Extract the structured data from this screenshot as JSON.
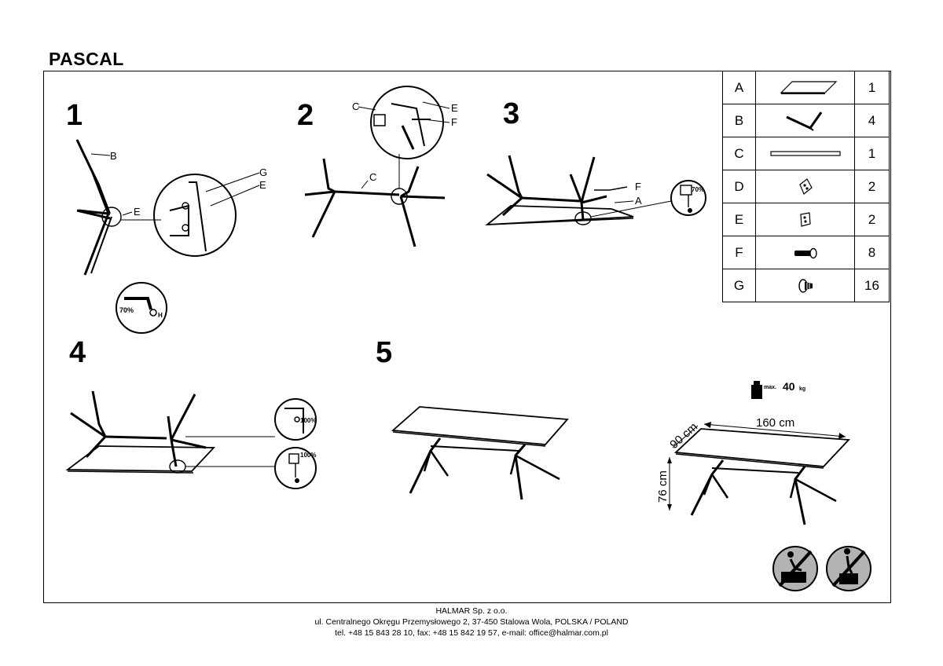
{
  "title": "PASCAL",
  "steps": [
    "1",
    "2",
    "3",
    "4",
    "5"
  ],
  "parts": [
    {
      "letter": "A",
      "qty": "1",
      "icon": "tabletop-icon"
    },
    {
      "letter": "B",
      "qty": "4",
      "icon": "leg-icon"
    },
    {
      "letter": "C",
      "qty": "1",
      "icon": "crossbar-icon"
    },
    {
      "letter": "D",
      "qty": "2",
      "icon": "bracket-d-icon"
    },
    {
      "letter": "E",
      "qty": "2",
      "icon": "bracket-e-icon"
    },
    {
      "letter": "F",
      "qty": "8",
      "icon": "bolt-icon"
    },
    {
      "letter": "G",
      "qty": "16",
      "icon": "screw-icon"
    }
  ],
  "labels": {
    "step1": {
      "b": "B",
      "e": "E",
      "g": "G",
      "e2": "E"
    },
    "step2": {
      "c_top": "C",
      "e": "E",
      "f": "F",
      "c": "C"
    },
    "step3": {
      "f": "F",
      "a": "A"
    },
    "torque": {
      "t70a": "70%",
      "h": "H",
      "t70b": "70%",
      "t100a": "100%",
      "t100b": "100%"
    }
  },
  "weight": {
    "max_label": "max.",
    "value": "40",
    "unit": "kg"
  },
  "dimensions": {
    "length": "160 cm",
    "width": "90 cm",
    "height": "76 cm"
  },
  "footer": {
    "company": "HALMAR Sp. z o.o.",
    "address": "ul. Centralnego Okręgu Przemysłowego 2, 37-450 Stalowa Wola, POLSKA / POLAND",
    "contact": "tel. +48 15 843 28 10, fax: +48 15 842 19 57, e-mail: office@halmar.com.pl"
  }
}
